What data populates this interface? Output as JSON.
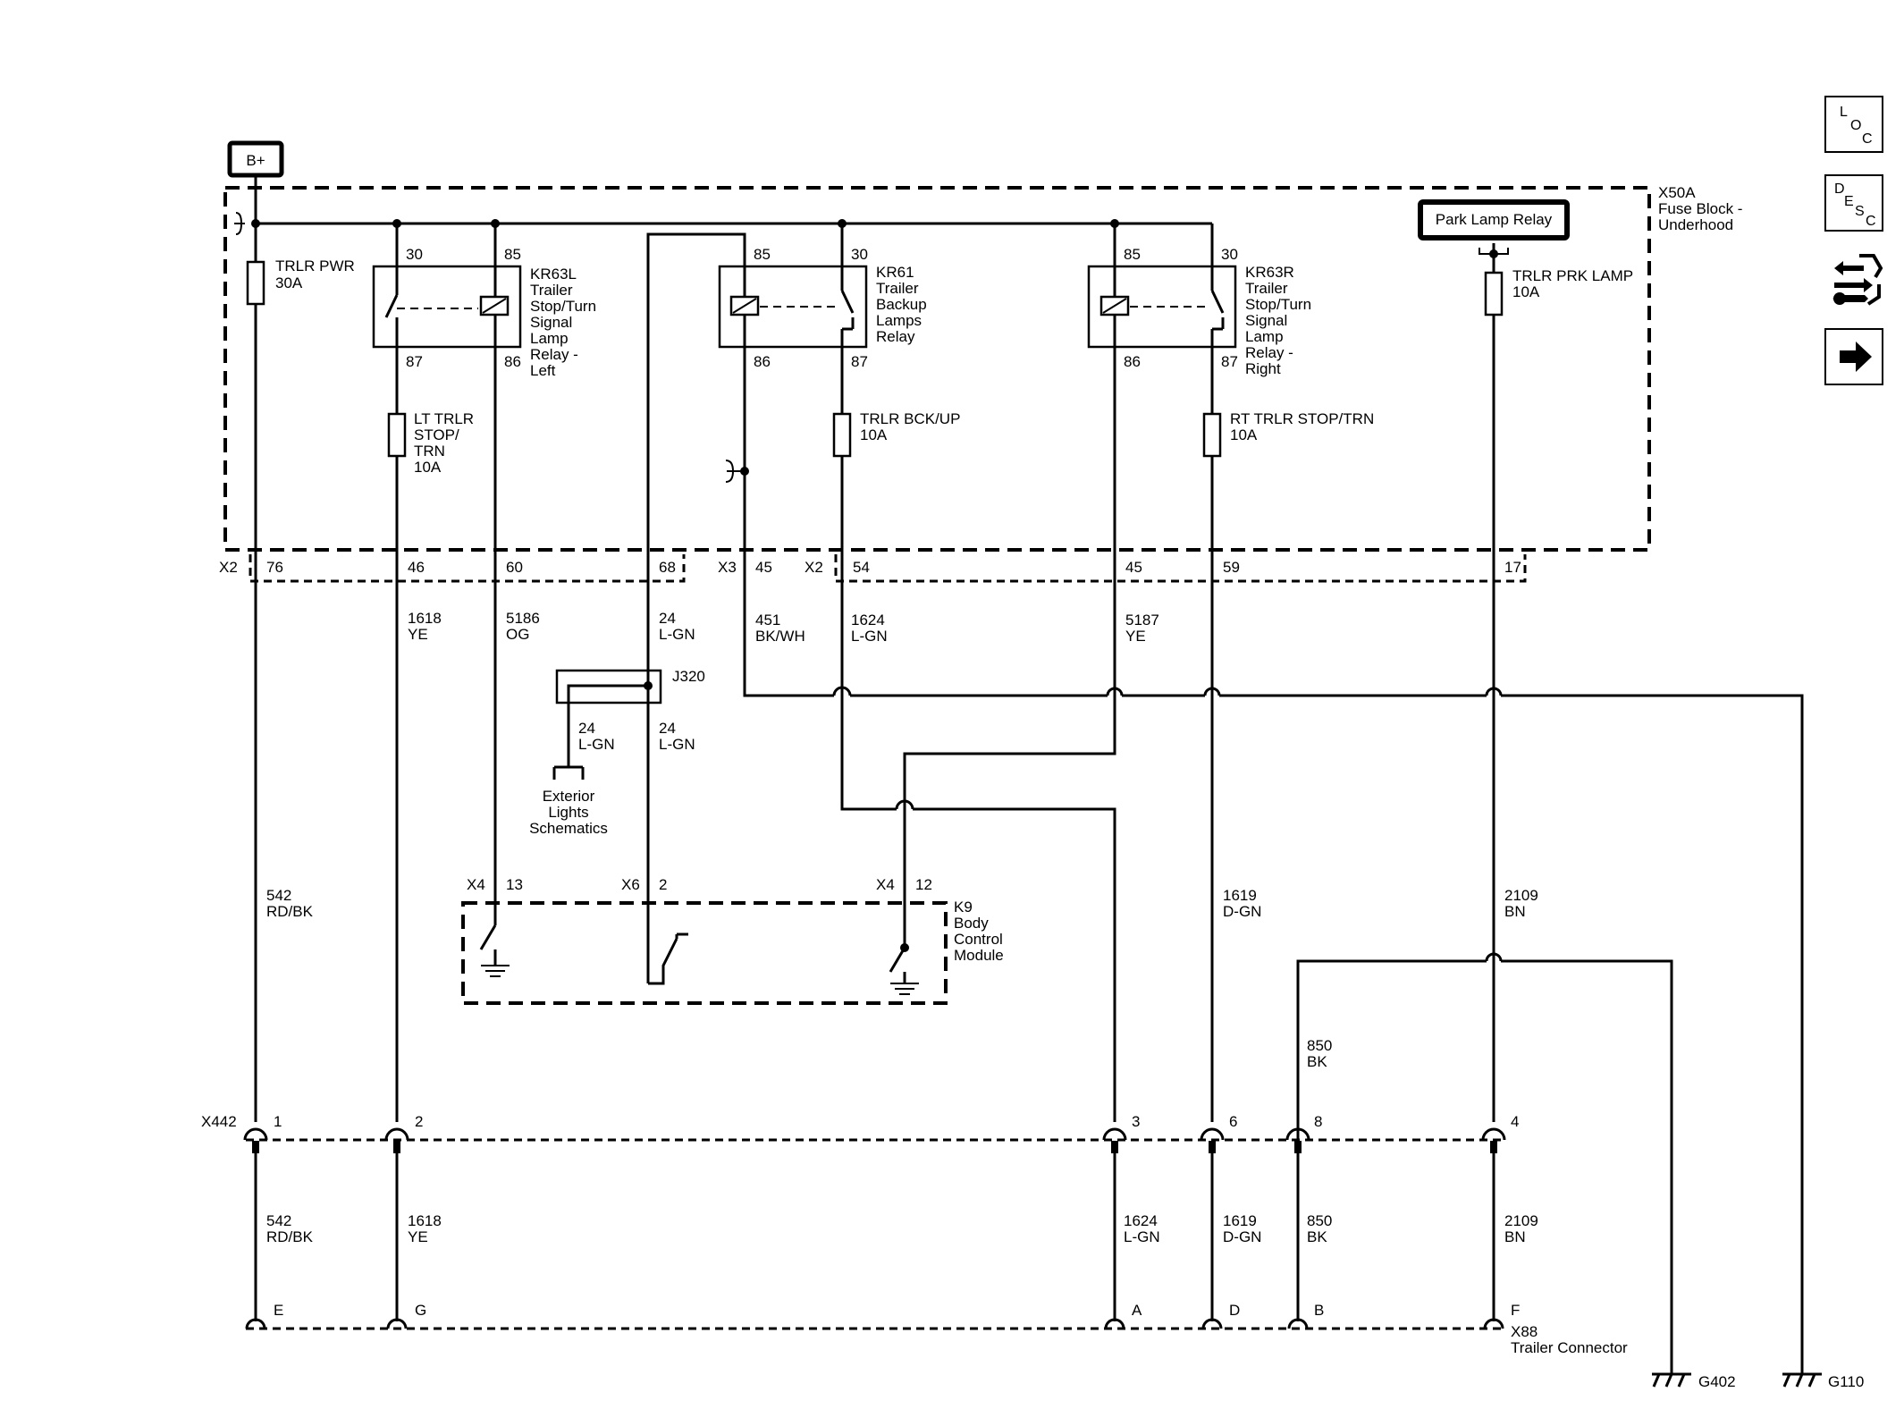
{
  "supply": {
    "label": "B+"
  },
  "fuse_block": {
    "id": "X50A",
    "name": "Fuse Block -",
    "name2": "Underhood"
  },
  "park_lamp_relay": {
    "label": "Park Lamp Relay"
  },
  "fuses": [
    {
      "lines": [
        "TRLR PWR",
        "30A"
      ]
    },
    {
      "lines": [
        "LT TRLR",
        "STOP/",
        "TRN",
        "10A"
      ]
    },
    {
      "lines": [
        "TRLR BCK/UP",
        "10A"
      ]
    },
    {
      "lines": [
        "RT TRLR STOP/TRN",
        "10A"
      ]
    },
    {
      "lines": [
        "TRLR PRK LAMP",
        "10A"
      ]
    }
  ],
  "relays": [
    {
      "lines": [
        "KR63L",
        "Trailer",
        "Stop/Turn",
        "Signal",
        "Lamp",
        "Relay -",
        "Left"
      ],
      "pins": [
        "30",
        "85",
        "87",
        "86"
      ]
    },
    {
      "lines": [
        "KR61",
        "Trailer",
        "Backup",
        "Lamps",
        "Relay"
      ],
      "pins": [
        "85",
        "30",
        "86",
        "87"
      ]
    },
    {
      "lines": [
        "KR63R",
        "Trailer",
        "Stop/Turn",
        "Signal",
        "Lamp",
        "Relay -",
        "Right"
      ],
      "pins": [
        "85",
        "30",
        "86",
        "87"
      ]
    }
  ],
  "connectors": {
    "x2": "X2",
    "x3": "X3",
    "x4": "X4",
    "x6": "X6",
    "x442": "X442",
    "x88": "X88",
    "x88_name": "Trailer Connector",
    "j320": "J320"
  },
  "pins_fuse_block": [
    "76",
    "46",
    "60",
    "68",
    "45",
    "54",
    "45",
    "59",
    "17"
  ],
  "wires_upper": [
    {
      "circuit": "1618",
      "color": "YE"
    },
    {
      "circuit": "5186",
      "color": "OG"
    },
    {
      "circuit": "24",
      "color": "L-GN"
    },
    {
      "circuit": "451",
      "color": "BK/WH"
    },
    {
      "circuit": "1624",
      "color": "L-GN"
    },
    {
      "circuit": "5187",
      "color": "YE"
    }
  ],
  "splice_wires": [
    {
      "circuit": "24",
      "color": "L-GN"
    },
    {
      "circuit": "24",
      "color": "L-GN"
    }
  ],
  "exterior_ref": [
    "Exterior",
    "Lights",
    "Schematics"
  ],
  "bcm": {
    "lines": [
      "K9",
      "Body",
      "Control",
      "Module"
    ],
    "pins": [
      "13",
      "2",
      "12"
    ]
  },
  "wires_middle": [
    {
      "circuit": "542",
      "color": "RD/BK"
    },
    {
      "circuit": "1619",
      "color": "D-GN"
    },
    {
      "circuit": "2109",
      "color": "BN"
    },
    {
      "circuit": "850",
      "color": "BK"
    }
  ],
  "x442_pins": [
    "1",
    "2",
    "3",
    "6",
    "8",
    "4"
  ],
  "wires_lower": [
    {
      "circuit": "542",
      "color": "RD/BK"
    },
    {
      "circuit": "1618",
      "color": "YE"
    },
    {
      "circuit": "1624",
      "color": "L-GN"
    },
    {
      "circuit": "1619",
      "color": "D-GN"
    },
    {
      "circuit": "850",
      "color": "BK"
    },
    {
      "circuit": "2109",
      "color": "BN"
    }
  ],
  "x88_pins": [
    "E",
    "G",
    "A",
    "D",
    "B",
    "F"
  ],
  "grounds": [
    "G402",
    "G110"
  ],
  "side_buttons": {
    "loc": [
      "L",
      "O",
      "C"
    ],
    "desc": [
      "D",
      "E",
      "S",
      "C"
    ],
    "repair_icon": "connector-repair-icon",
    "next_icon": "arrow-right-icon"
  }
}
